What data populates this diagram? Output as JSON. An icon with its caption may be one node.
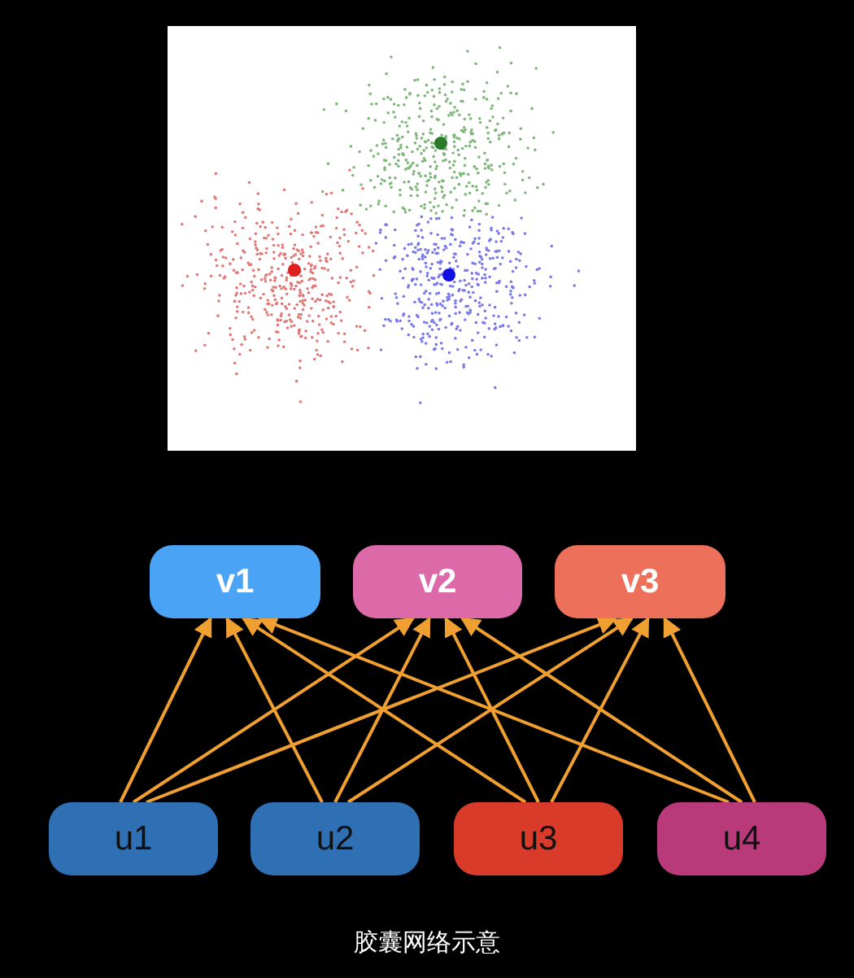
{
  "diagram": {
    "caption": "胶囊网络示意",
    "nodes": [
      {
        "text": [
          "v1"
        ]
      },
      {
        "text": [
          "v2"
        ]
      },
      {
        "text": [
          "v3"
        ]
      },
      {
        "text": [
          "u1"
        ]
      },
      {
        "text": [
          "u2"
        ]
      },
      {
        "text": [
          "u3"
        ]
      },
      {
        "text": [
          "u4"
        ]
      }
    ],
    "edges": [
      {
        "from": 3,
        "to": 0,
        "arrow": "to"
      },
      {
        "from": 3,
        "to": 1,
        "arrow": "to"
      },
      {
        "from": 3,
        "to": 2,
        "arrow": "to"
      },
      {
        "from": 4,
        "to": 0,
        "arrow": "to"
      },
      {
        "from": 4,
        "to": 1,
        "arrow": "to"
      },
      {
        "from": 4,
        "to": 2,
        "arrow": "to"
      },
      {
        "from": 5,
        "to": 0,
        "arrow": "to"
      },
      {
        "from": 5,
        "to": 1,
        "arrow": "to"
      },
      {
        "from": 5,
        "to": 2,
        "arrow": "to"
      },
      {
        "from": 6,
        "to": 0,
        "arrow": "to"
      },
      {
        "from": 6,
        "to": 1,
        "arrow": "to"
      },
      {
        "from": 6,
        "to": 2,
        "arrow": "to"
      }
    ]
  }
}
